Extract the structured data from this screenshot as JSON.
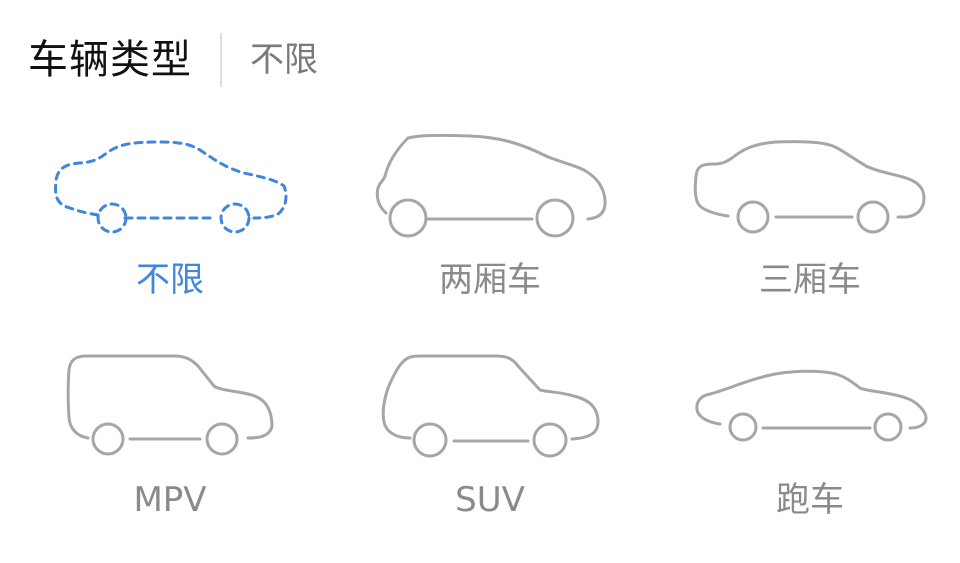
{
  "header": {
    "title": "车辆类型",
    "current_value": "不限"
  },
  "colors": {
    "selected": "#3f86dc",
    "unselected": "#a6a6a6",
    "label_unselected": "#8a8a8a",
    "title": "#111111",
    "divider": "#dedede"
  },
  "options": [
    {
      "label": "不限",
      "icon": "car-outline-dashed-icon",
      "selected": true
    },
    {
      "label": "两厢车",
      "icon": "hatchback-icon",
      "selected": false
    },
    {
      "label": "三厢车",
      "icon": "sedan-icon",
      "selected": false
    },
    {
      "label": "MPV",
      "icon": "mpv-icon",
      "selected": false
    },
    {
      "label": "SUV",
      "icon": "suv-icon",
      "selected": false
    },
    {
      "label": "跑车",
      "icon": "sports-car-icon",
      "selected": false
    }
  ]
}
